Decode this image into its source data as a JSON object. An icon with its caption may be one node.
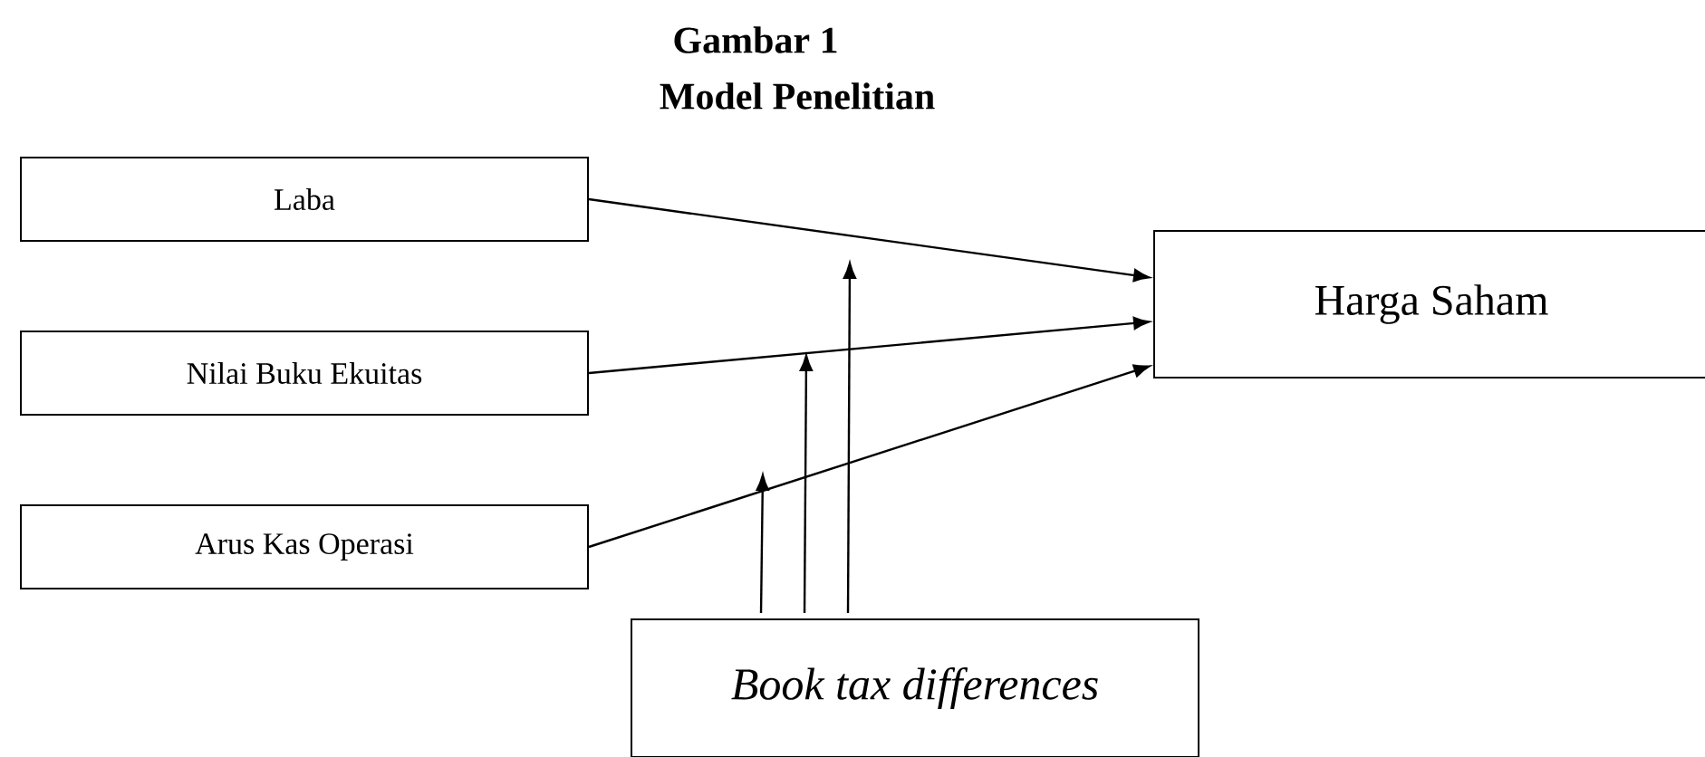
{
  "diagram": {
    "title": "Gambar 1",
    "nodes": [
      {
        "text": [
          "Laba"
        ]
      },
      {
        "text": [
          "Nilai Buku Ekuitas"
        ]
      },
      {
        "text": [
          "Arus Kas Operasi"
        ]
      },
      {
        "text": [
          "Harga Saham"
        ]
      },
      {
        "text": [
          "Book tax differences"
        ]
      }
    ],
    "edges": [
      {
        "from": 0,
        "to": 3,
        "arrow": "to"
      },
      {
        "from": 1,
        "to": 3,
        "arrow": "to"
      },
      {
        "from": 2,
        "to": 3,
        "arrow": "to"
      },
      {
        "from": 4,
        "to": null,
        "arrow": "to"
      },
      {
        "from": 4,
        "to": null,
        "arrow": "to"
      },
      {
        "from": 4,
        "to": null,
        "arrow": "to"
      }
    ],
    "labels": [
      "Model Penelitian"
    ]
  }
}
